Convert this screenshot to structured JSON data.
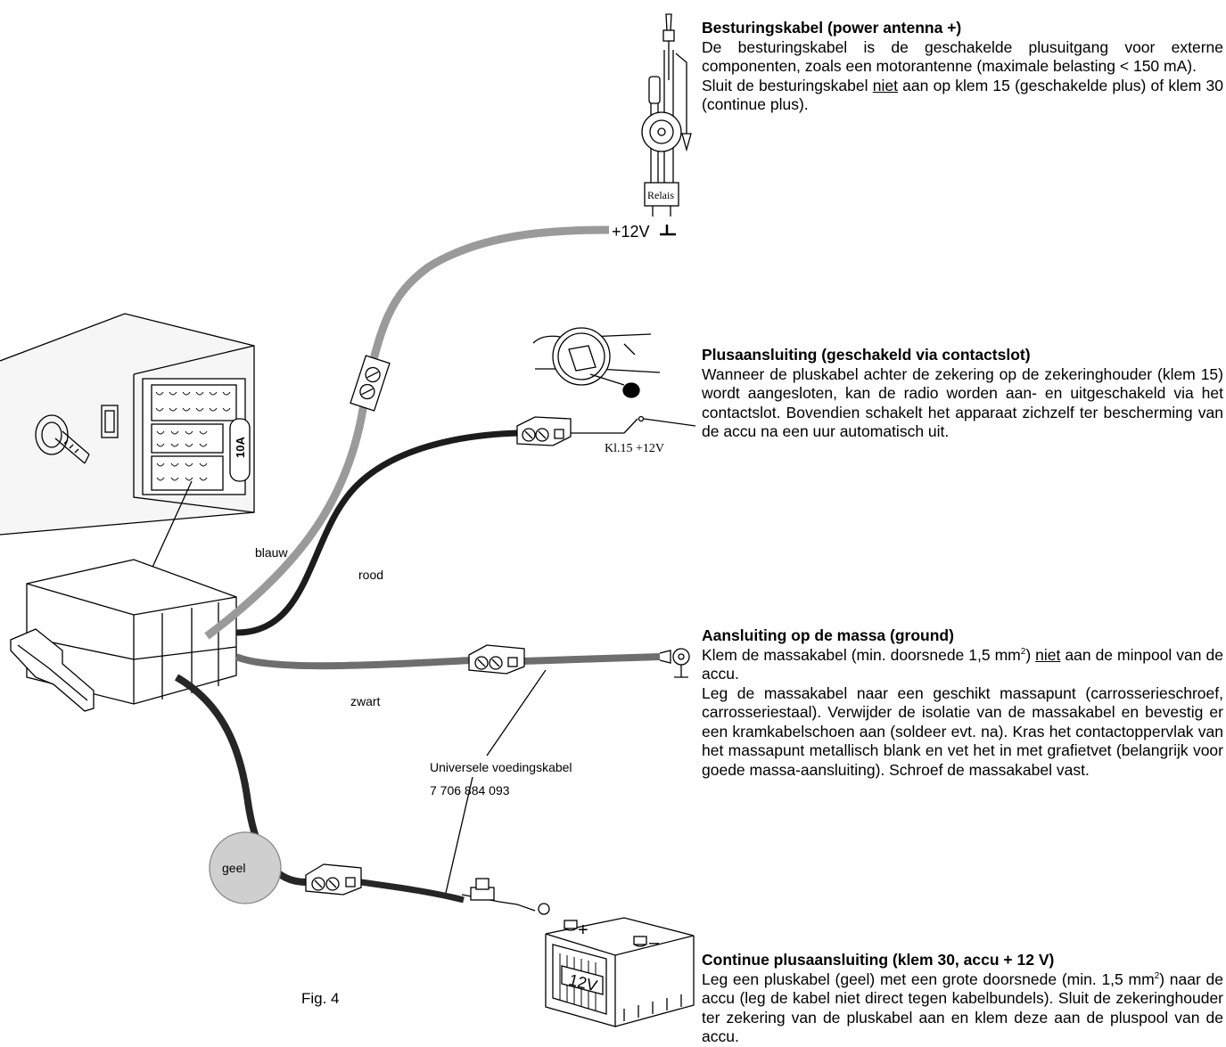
{
  "labels": {
    "plus12v": "+12V",
    "relais": "Relais",
    "kl15": "Kl.15 +12V",
    "fuse": "10A",
    "blauw": "blauw",
    "rood": "rood",
    "zwart": "zwart",
    "geel": "geel",
    "cable_name": "Universele voedingskabel",
    "cable_number": "7 706 884 093",
    "battery": "12V",
    "battery_plus": "+",
    "battery_minus": "–",
    "figure": "Fig. 4"
  },
  "sections": {
    "antenna": {
      "title": "Besturingskabel (power antenna +)",
      "p1": "De besturingskabel is de geschakelde plusuitgang voor externe componenten, zoals een motorantenne (maximale belasting < 150 mA).",
      "p2_a": "Sluit de besturingskabel ",
      "p2_u": "niet",
      "p2_b": " aan op klem 15 (geschakelde plus) of klem 30 (continue plus)."
    },
    "ignition": {
      "title": "Plusaansluiting (geschakeld via contactslot)",
      "p1": "Wanneer de pluskabel achter de zekering op de zekeringhouder (klem 15) wordt aangesloten, kan de radio worden aan- en uitgeschakeld via het contactslot. Bovendien schakelt het apparaat zichzelf ter bescherming van de accu na een uur automatisch uit."
    },
    "ground": {
      "title": "Aansluiting op de massa (ground)",
      "p1_a": "Klem de massakabel (min. doorsnede 1,5 mm",
      "p1_sup": "2",
      "p1_b": ") ",
      "p1_u": "niet",
      "p1_c": " aan de minpool van de accu.",
      "p2": "Leg de massakabel naar een geschikt massapunt (carrosserieschroef, carrosseriestaal). Verwijder de isolatie van de massakabel en bevestig er een kramkabelschoen aan (soldeer evt. na). Kras het contactoppervlak van het massapunt metallisch blank en vet het in met grafietvet (belangrijk voor goede massa-aansluiting). Schroef de massakabel vast."
    },
    "continuous": {
      "title": "Continue plusaansluiting (klem 30, accu + 12 V)",
      "p1_a": "Leg een pluskabel (geel) met een grote doorsnede (min. 1,5 mm",
      "p1_sup": "2",
      "p1_b": ") naar de accu (leg de kabel niet direct tegen kabelbundels). Sluit de zekeringhouder ter zekering van de pluskabel aan en klem deze aan de pluspool van de accu."
    }
  },
  "colors": {
    "blue_wire": "#9a9a9a",
    "red_wire": "#1c1c1c",
    "black_wire": "#6e6e6e",
    "yellow_wire": "#262626",
    "geel_circle": "#cfcfcf"
  }
}
